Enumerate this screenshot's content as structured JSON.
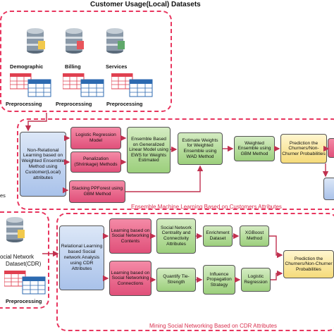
{
  "top": {
    "title": "Customer Usage(Local) Datasets",
    "sources": [
      {
        "label": "Demographic",
        "prep": "Preprocessing"
      },
      {
        "label": "Billing",
        "prep": "Preprocessing"
      },
      {
        "label": "Services",
        "prep": "Preprocessing"
      }
    ]
  },
  "ensemble": {
    "section_label": "Ensemble Machine Learning Based on Customers Attributes",
    "left_box": "Non-Relational Learning based on Weighted Ensemble Method using Customer(Local) attributes",
    "logistic": "Logistic Regression Model",
    "penalization": "Penalization (Shrinkage) Methods",
    "stacking": "Stacking PPForest using GBM Method",
    "ensemble_glm": "Ensemble Based on Generalized Linear Model using EWS for Weights Estimated",
    "estimate_weights": "Estimate Weights for Weighted Ensemble using WAD Method",
    "weighted_gbm": "Weighted Ensemble using GBM Method",
    "prediction": "Prediction the Churners/Non-Churner Probabilities",
    "stray_left": "es"
  },
  "social": {
    "source_label_1": "ocial Network",
    "source_label_2": "Dataset(CDR)",
    "prep": "Preprocessing",
    "section_label": "Mining Social Networking Based on CDR Attributes",
    "left_box": "Relational Learning based Social network Analysis using CDR Attributes",
    "learn_contents": "Learning based on Social Networking Contents",
    "learn_connections": "Learning based on Social Networking Connections",
    "centrality": "Social Network Centrality and Connectivity Attributes",
    "enrichment": "Enrichment Dataset",
    "xgboost": "XGBoost Method",
    "quantify": "Quantify Tie-Strength",
    "influence": "Influence Propagation Strategy",
    "logistic": "Logistic Regression",
    "prediction": "Prediction the Churners/Non-Churner Probabilities"
  },
  "colors": {
    "dash": "#e8365f",
    "arrow": "#c0314f",
    "pink": "#e0507a",
    "blue": "#a9c2ea",
    "green": "#9ccf7c",
    "yellow": "#f5db7a"
  }
}
